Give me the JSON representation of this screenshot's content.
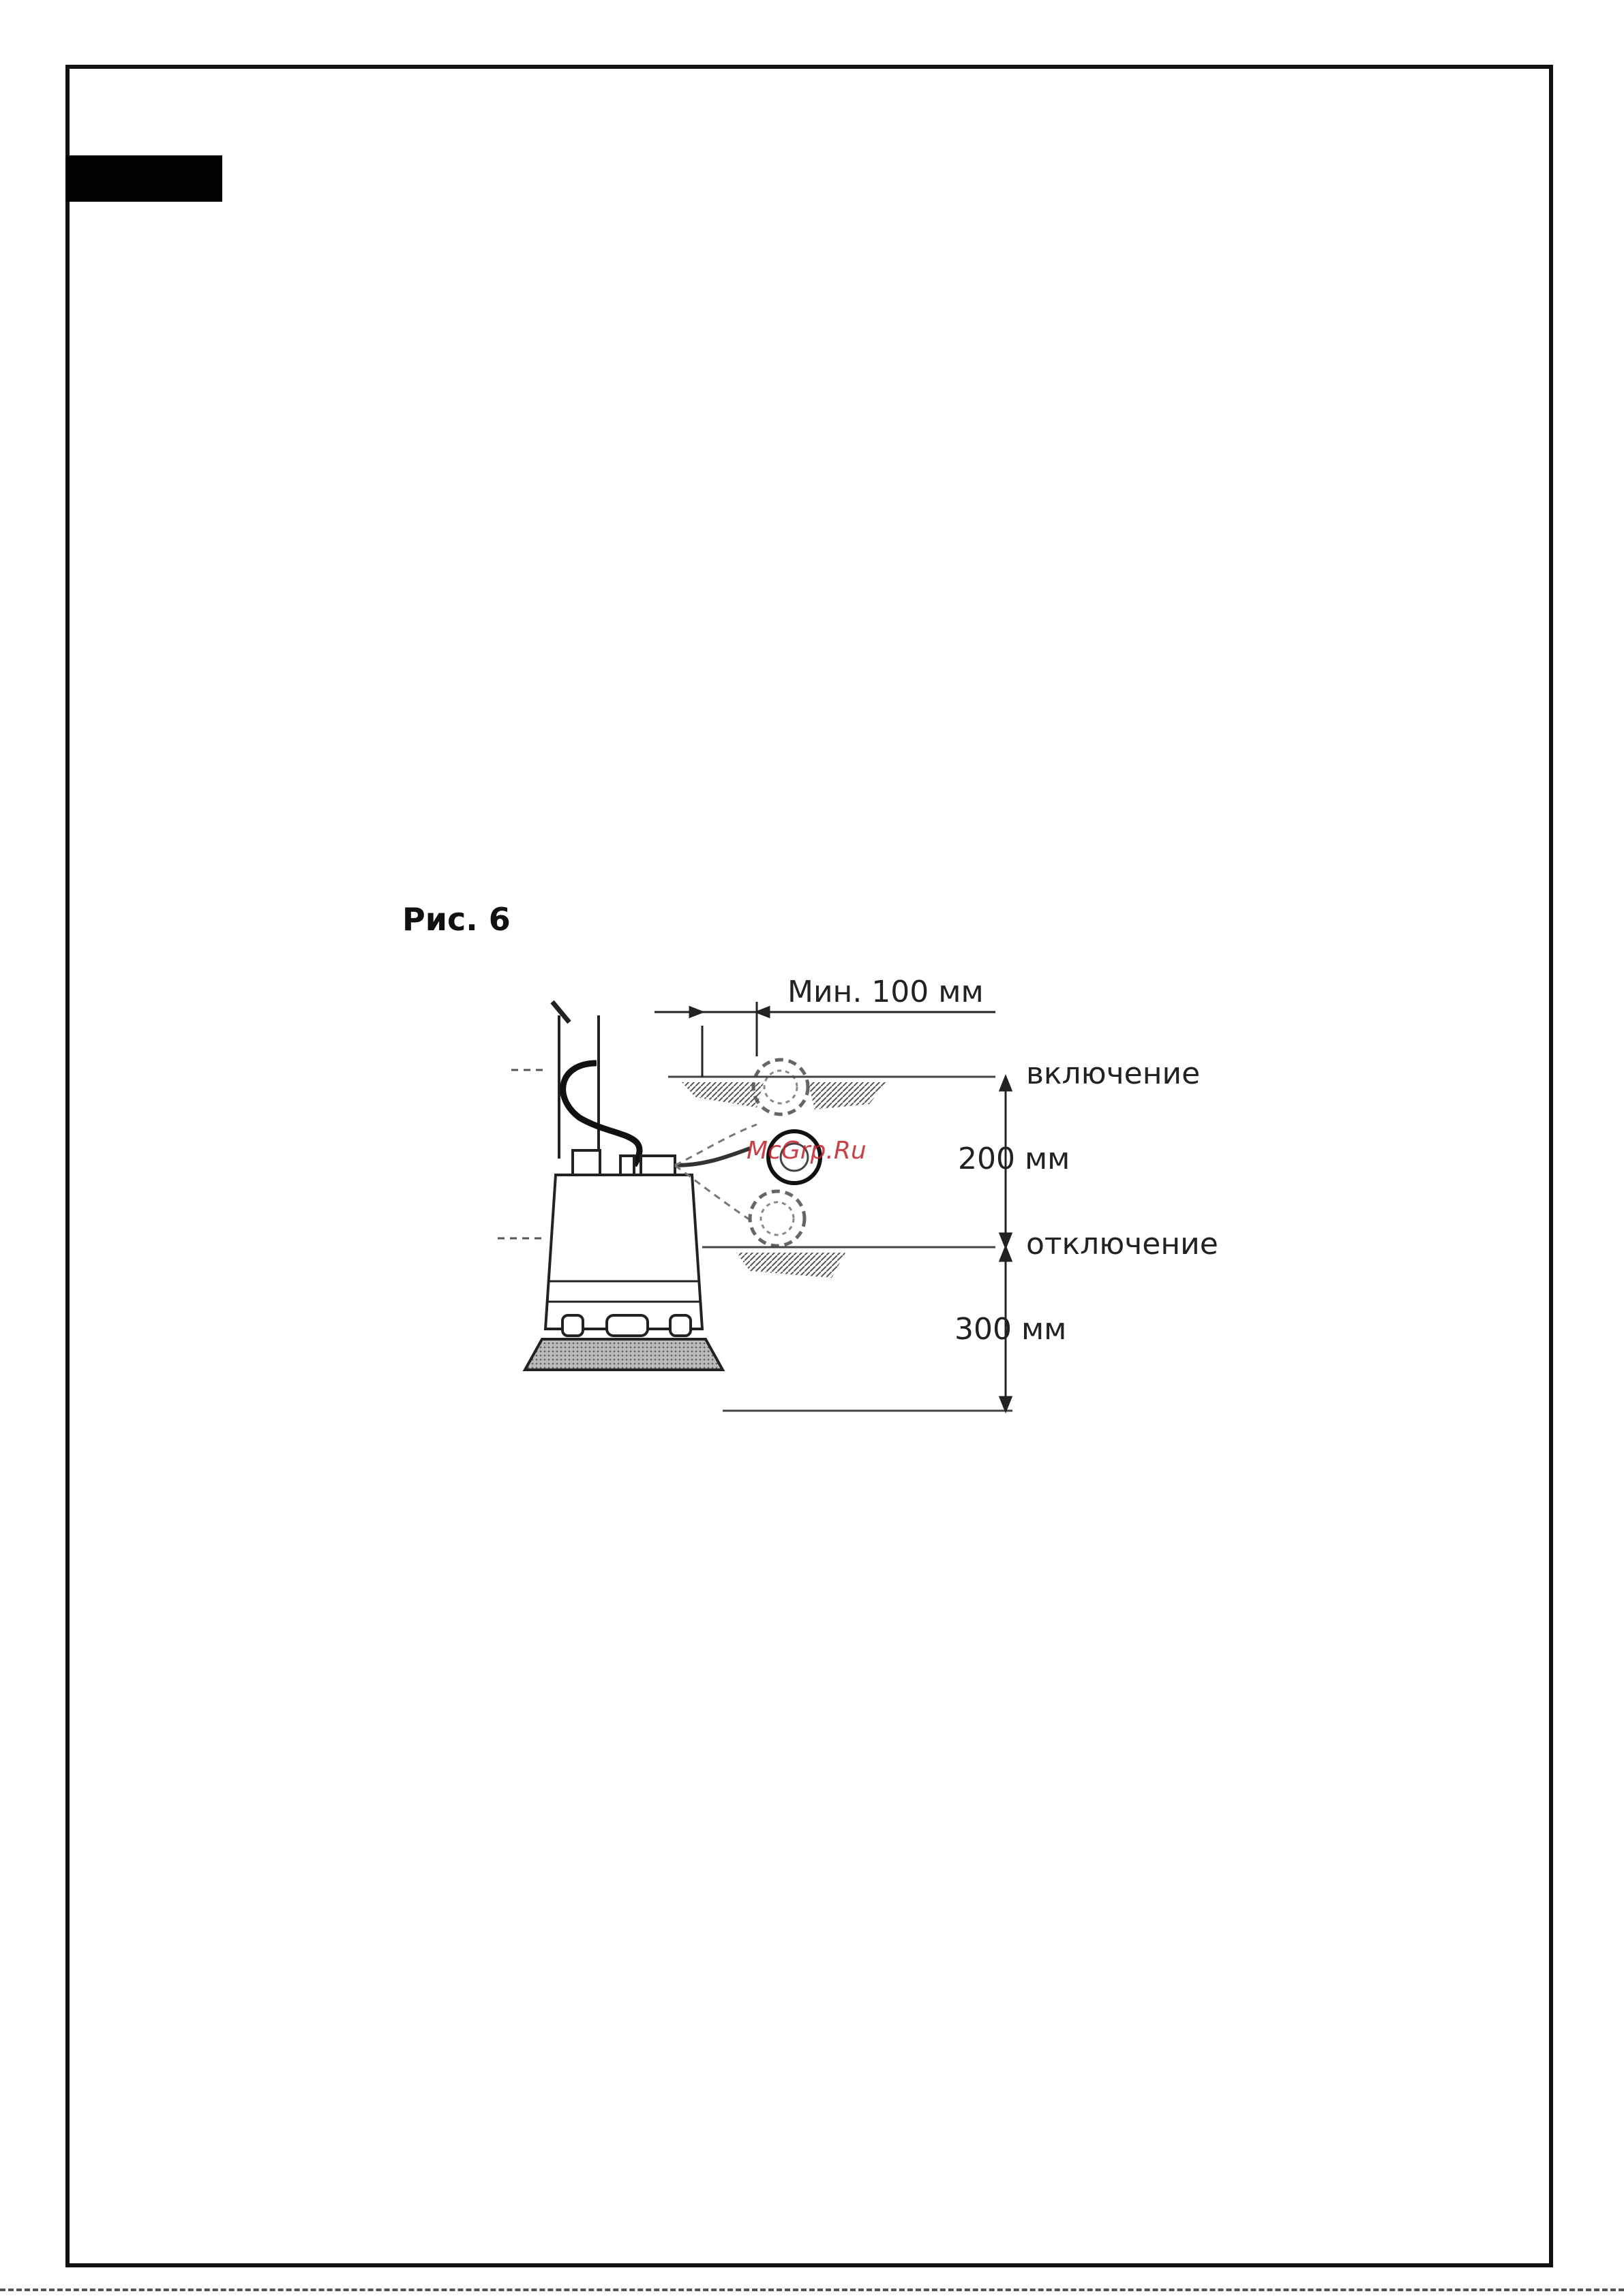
{
  "figure": {
    "caption": "Рис. 6",
    "labels": {
      "min_distance": "Мин. 100 мм",
      "switch_on": "включение",
      "range_upper": "200 мм",
      "switch_off": "отключение",
      "range_lower": "300 мм"
    },
    "watermark": "McGrp.Ru"
  },
  "colors": {
    "frame": "#111111",
    "tab_marker": "#000000",
    "watermark": "#c0222a"
  }
}
